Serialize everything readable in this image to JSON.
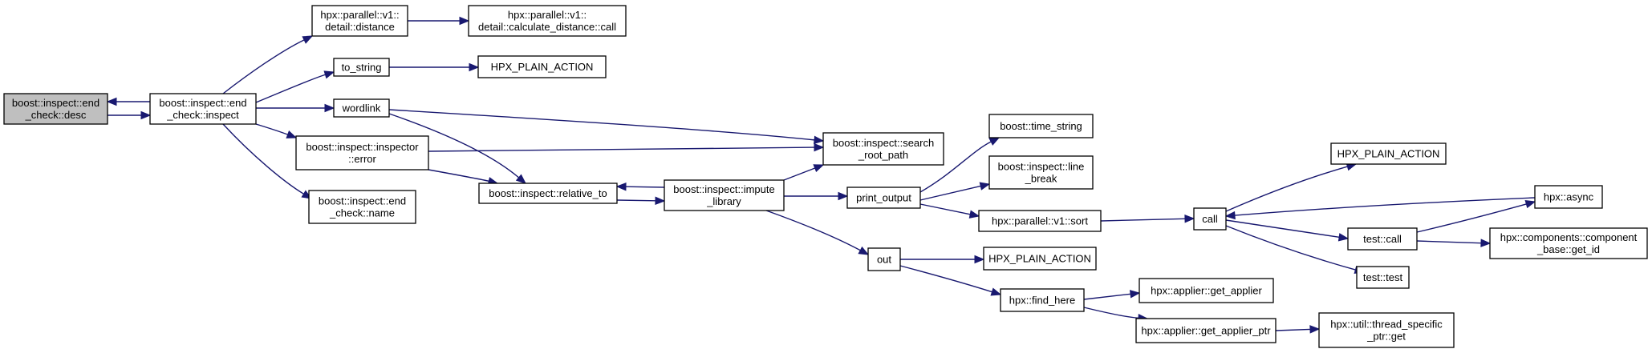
{
  "nodes": [
    {
      "id": "desc",
      "lines": [
        "boost::inspect::end",
        "_check::desc"
      ],
      "root": true
    },
    {
      "id": "inspect",
      "lines": [
        "boost::inspect::end",
        "_check::inspect"
      ]
    },
    {
      "id": "distance",
      "lines": [
        "hpx::parallel::v1::",
        "detail::distance"
      ]
    },
    {
      "id": "calc_dist",
      "lines": [
        "hpx::parallel::v1::",
        "detail::calculate_distance::call"
      ]
    },
    {
      "id": "to_string",
      "lines": [
        "to_string"
      ]
    },
    {
      "id": "hpa1",
      "lines": [
        "HPX_PLAIN_ACTION"
      ]
    },
    {
      "id": "wordlink",
      "lines": [
        "wordlink"
      ]
    },
    {
      "id": "error",
      "lines": [
        "boost::inspect::inspector",
        "::error"
      ]
    },
    {
      "id": "name",
      "lines": [
        "boost::inspect::end",
        "_check::name"
      ]
    },
    {
      "id": "search_root",
      "lines": [
        "boost::inspect::search",
        "_root_path"
      ]
    },
    {
      "id": "relative_to",
      "lines": [
        "boost::inspect::relative_to"
      ]
    },
    {
      "id": "impute",
      "lines": [
        "boost::inspect::impute",
        "_library"
      ]
    },
    {
      "id": "time_string",
      "lines": [
        "boost::time_string"
      ]
    },
    {
      "id": "line_break",
      "lines": [
        "boost::inspect::line",
        "_break"
      ]
    },
    {
      "id": "print_output",
      "lines": [
        "print_output"
      ]
    },
    {
      "id": "sort",
      "lines": [
        "hpx::parallel::v1::sort"
      ]
    },
    {
      "id": "out",
      "lines": [
        "out"
      ]
    },
    {
      "id": "hpa2",
      "lines": [
        "HPX_PLAIN_ACTION"
      ]
    },
    {
      "id": "find_here",
      "lines": [
        "hpx::find_here"
      ]
    },
    {
      "id": "get_applier",
      "lines": [
        "hpx::applier::get_applier"
      ]
    },
    {
      "id": "get_applier_ptr",
      "lines": [
        "hpx::applier::get_applier_ptr"
      ]
    },
    {
      "id": "tss_get",
      "lines": [
        "hpx::util::thread_specific",
        "_ptr::get"
      ]
    },
    {
      "id": "call",
      "lines": [
        "call"
      ]
    },
    {
      "id": "hpa3",
      "lines": [
        "HPX_PLAIN_ACTION"
      ]
    },
    {
      "id": "async",
      "lines": [
        "hpx::async"
      ]
    },
    {
      "id": "test_call",
      "lines": [
        "test::call"
      ]
    },
    {
      "id": "test_test",
      "lines": [
        "test::test"
      ]
    },
    {
      "id": "get_id",
      "lines": [
        "hpx::components::component",
        "_base::get_id"
      ]
    }
  ],
  "edges": [
    {
      "from": "desc",
      "to": "inspect"
    },
    {
      "from": "inspect",
      "to": "desc"
    },
    {
      "from": "inspect",
      "to": "distance"
    },
    {
      "from": "inspect",
      "to": "to_string"
    },
    {
      "from": "inspect",
      "to": "wordlink"
    },
    {
      "from": "inspect",
      "to": "error"
    },
    {
      "from": "inspect",
      "to": "name"
    },
    {
      "from": "distance",
      "to": "calc_dist"
    },
    {
      "from": "to_string",
      "to": "hpa1"
    },
    {
      "from": "wordlink",
      "to": "search_root"
    },
    {
      "from": "wordlink",
      "to": "relative_to"
    },
    {
      "from": "error",
      "to": "search_root"
    },
    {
      "from": "error",
      "to": "relative_to"
    },
    {
      "from": "relative_to",
      "to": "impute"
    },
    {
      "from": "impute",
      "to": "relative_to"
    },
    {
      "from": "impute",
      "to": "search_root"
    },
    {
      "from": "impute",
      "to": "print_output"
    },
    {
      "from": "impute",
      "to": "out"
    },
    {
      "from": "print_output",
      "to": "time_string"
    },
    {
      "from": "print_output",
      "to": "line_break"
    },
    {
      "from": "print_output",
      "to": "sort"
    },
    {
      "from": "sort",
      "to": "call"
    },
    {
      "from": "out",
      "to": "hpa2"
    },
    {
      "from": "out",
      "to": "find_here"
    },
    {
      "from": "find_here",
      "to": "get_applier"
    },
    {
      "from": "find_here",
      "to": "get_applier_ptr"
    },
    {
      "from": "get_applier_ptr",
      "to": "tss_get"
    },
    {
      "from": "call",
      "to": "hpa3"
    },
    {
      "from": "call",
      "to": "test_call"
    },
    {
      "from": "call",
      "to": "test_test"
    },
    {
      "from": "async",
      "to": "call"
    },
    {
      "from": "test_call",
      "to": "async"
    },
    {
      "from": "test_call",
      "to": "get_id"
    }
  ],
  "colors": {
    "edge": "#191970",
    "root_fill": "#bfbfbf",
    "node_fill": "#ffffff",
    "node_border": "#000000"
  }
}
